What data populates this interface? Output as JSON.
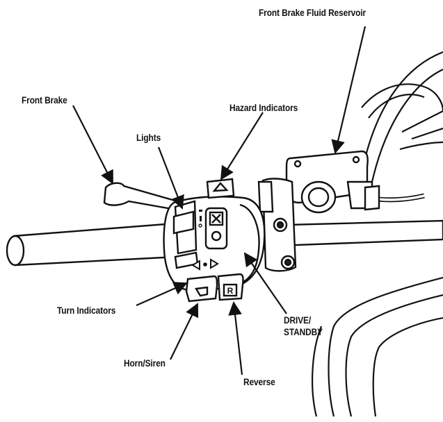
{
  "colors": {
    "stroke": "#111111",
    "fill": "#ffffff",
    "shade": "#d9d9d9",
    "dark": "#222222"
  },
  "labels": {
    "reservoir": "Front Brake Fluid Reservoir",
    "front_brake": "Front Brake",
    "hazard": "Hazard Indicators",
    "lights": "Lights",
    "turn": "Turn Indicators",
    "drive_line1": "DRIVE/",
    "drive_line2": "STANDBY",
    "horn": "Horn/Siren",
    "reverse": "Reverse"
  },
  "switch_glyphs": {
    "reverse_key": "R",
    "light_marks": "D\n!\n0"
  }
}
